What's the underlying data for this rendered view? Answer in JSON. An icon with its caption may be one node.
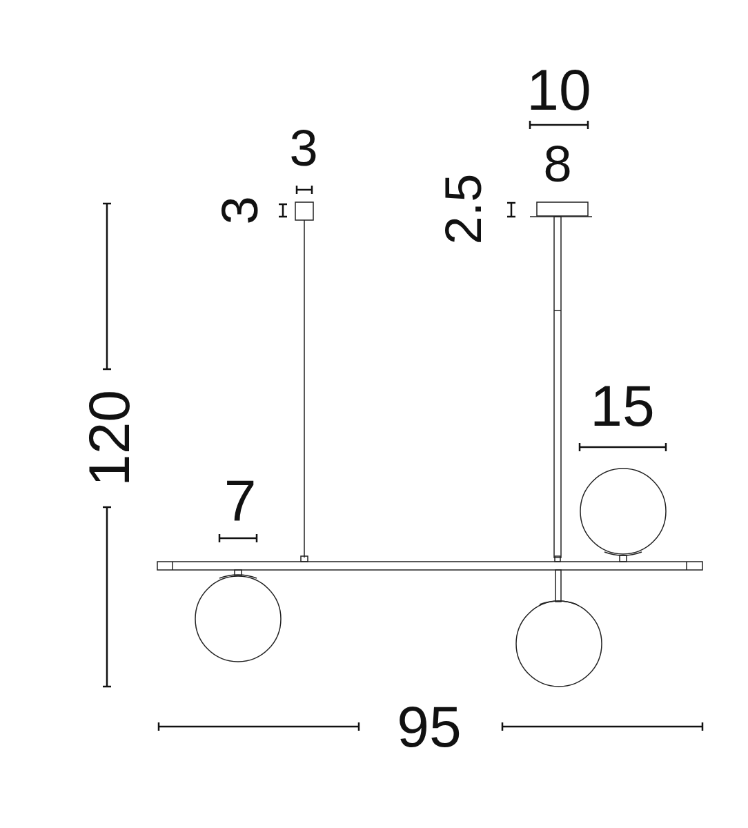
{
  "diagram": {
    "labels": [
      "10",
      "3",
      "8",
      "3",
      "2.5",
      "15",
      "120",
      "7",
      "95"
    ]
  }
}
